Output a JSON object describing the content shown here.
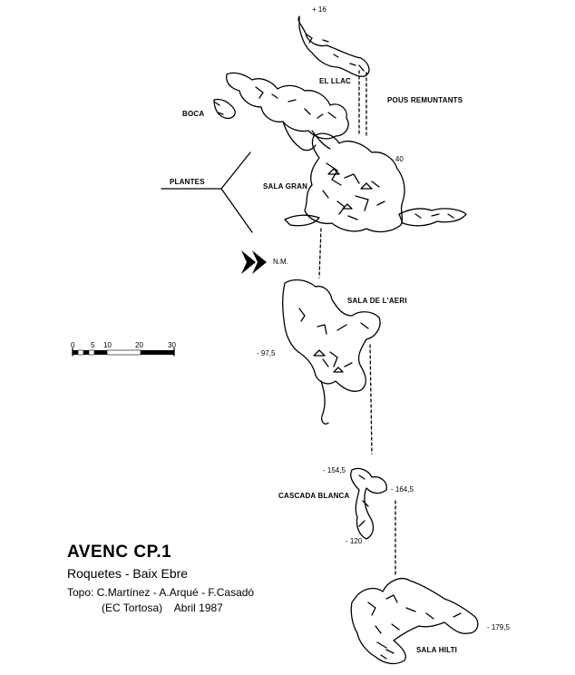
{
  "map": {
    "labels": {
      "depth_top": "+ 16",
      "el_llac": "EL LLAC",
      "pous_remuntants": "POUS REMUNTANTS",
      "boca": "BOCA",
      "depth_40": "- 40",
      "plantes": "PLANTES",
      "sala_gran": "SALA GRAN",
      "north": "N.M.",
      "sala_aeri": "SALA DE L'AERI",
      "depth_97": "- 97,5",
      "depth_154": "- 154,5",
      "depth_164": "- 164,5",
      "cascada_blanca": "CASCADA BLANCA",
      "depth_120": "- 120",
      "depth_179": "- 179,5",
      "sala_hilti": "SALA HILTI"
    },
    "scale": {
      "ticks": [
        "0",
        "5",
        "10",
        "20",
        "30"
      ]
    },
    "title": "AVENC CP.1",
    "subtitle": "Roquetes - Baix Ebre",
    "credits_line1": "Topo: C.Martínez - A.Arqué - F.Casadó",
    "credits_line2": "(EC Tortosa)    Abril 1987"
  }
}
